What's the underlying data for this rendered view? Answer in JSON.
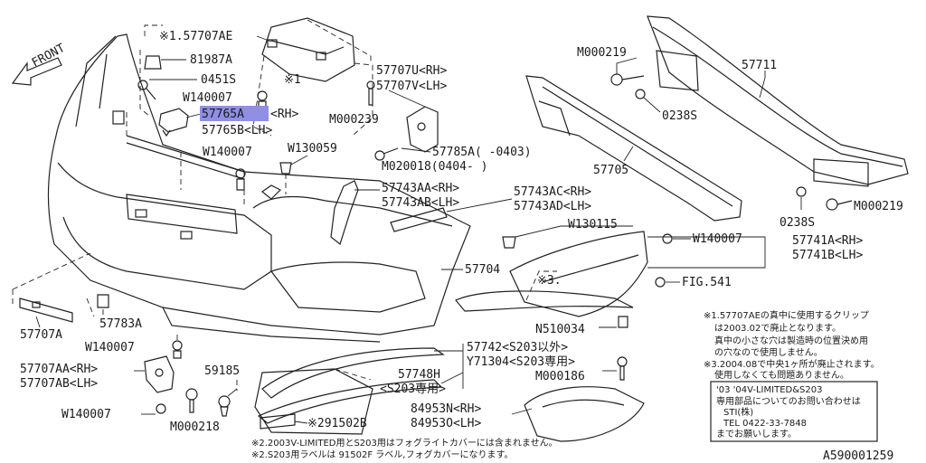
{
  "front": "FRONT",
  "parts": {
    "p57707AE": "※1.57707AE",
    "p81987A": "81987A",
    "p0451S": "0451S",
    "pW140007a": "W140007",
    "p57765A": "57765A",
    "p57765A_rh": "<RH>",
    "p57765B": "57765B<LH>",
    "pW140007b": "W140007",
    "pW130059": "W130059",
    "s1": "※1",
    "p57707U": "57707U<RH>",
    "p57707V": "57707V<LH>",
    "pM000239": "M000239",
    "p57785A": "57785A(   -0403)",
    "pM020018": "M020018(0404-   )",
    "p57743AA": "57743AA<RH>",
    "p57743AB": "57743AB<LH>",
    "p57743AC": "57743AC<RH>",
    "p57743AD": "57743AD<LH>",
    "pW130115": "W130115",
    "pW140007c": "W140007",
    "p57741A": "57741A<RH>",
    "p57741B": "57741B<LH>",
    "p57704": "57704",
    "s3": "※3.",
    "pFIG541": "FIG.541",
    "pM000219a": "M000219",
    "p0238Sa": "0238S",
    "p57711": "57711",
    "p57705": "57705",
    "p0238Sb": "0238S",
    "pM000219b": "M000219",
    "pN510034": "N510034",
    "p57707A": "57707A",
    "p57783A": "57783A",
    "pW140007d": "W140007",
    "p57707AA": "57707AA<RH>",
    "p57707AB": "57707AB<LH>",
    "p59185": "59185",
    "pW140007e": "W140007",
    "pM000218": "M000218",
    "p57742": "57742<S203以外>",
    "pY71304": "Y71304<S203専用>",
    "p57748H": "57748H",
    "p57748H_sub": "<S203専用>",
    "pM000186": "M000186",
    "p84953N": "84953N<RH>",
    "p84953O": "84953O<LH>",
    "p291502B": "※291502B"
  },
  "notes_right": [
    "※1.57707AEの真中に使用するクリップ",
    "は2003.02で廃止となります。",
    "真中の小さな穴は製造時の位置決め用",
    "の穴なので使用しません。",
    "※3.2004.08で中央1ヶ所が廃止されます。",
    "使用しなくても問題ありません。"
  ],
  "box_notes": [
    "'03 '04V-LIMITED&S203",
    "専用部品についてのお問い合わせは",
    "STI(株)",
    "TEL 0422-33-7848",
    "までお願いします。"
  ],
  "bottom_notes": [
    "※2.2003V-LIMITED用とS203用はフォグライトカバーには含まれません。",
    "※2.S203用ラベルは 91502F ラベル,フォグカバーになります。"
  ],
  "diagram_id": "A590001259"
}
